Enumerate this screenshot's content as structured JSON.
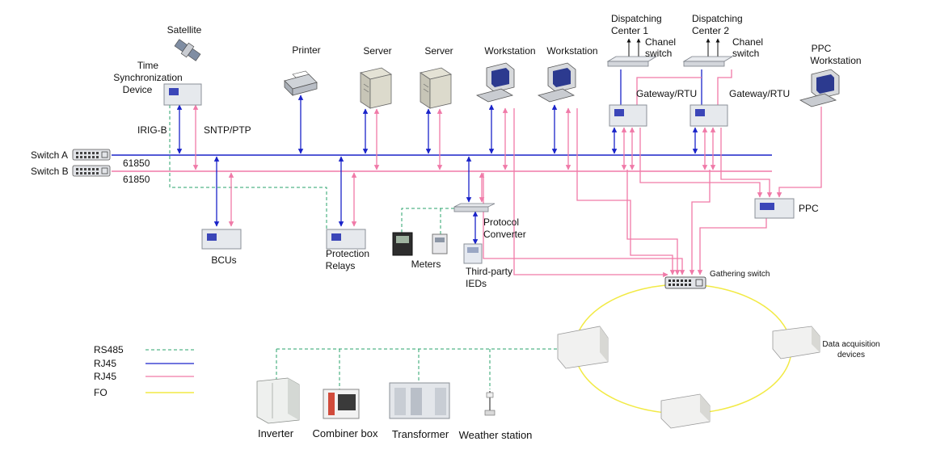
{
  "colors": {
    "rj45_a": "#1a23c9",
    "rj45_b": "#f07aa8",
    "rs485": "#2aa36b",
    "fo": "#f2ea45",
    "device": "#dfe3e8",
    "screen": "#3b46b8"
  },
  "labels": {
    "satellite": "Satellite",
    "time_sync": [
      "Time",
      "Synchronization",
      "Device"
    ],
    "printer": "Printer",
    "server1": "Server",
    "server2": "Server",
    "workstation1": "Workstation",
    "workstation2": "Workstation",
    "dispatch1": [
      "Dispatching",
      "Center 1"
    ],
    "dispatch2": [
      "Dispatching",
      "Center 2"
    ],
    "chanel1": [
      "Chanel",
      "switch"
    ],
    "chanel2": [
      "Chanel",
      "switch"
    ],
    "gateway1": "Gateway/RTU",
    "gateway2": "Gateway/RTU",
    "ppc_ws": [
      "PPC",
      "Workstation"
    ],
    "irig": "IRIG-B",
    "sntp": "SNTP/PTP",
    "switch_a": "Switch A",
    "switch_b": "Switch B",
    "net_a": "61850",
    "net_b": "61850",
    "ppc": "PPC",
    "bcus": "BCUs",
    "protection": [
      "Protection",
      "Relays"
    ],
    "meters": "Meters",
    "protocol": [
      "Protocol",
      "Converter"
    ],
    "third_party": [
      "Third-party",
      "IEDs"
    ],
    "gathering": "Gathering switch",
    "data_acq": [
      "Data acquisition",
      "devices"
    ],
    "inverter": "Inverter",
    "combiner": "Combiner box",
    "transformer": "Transformer",
    "weather": "Weather station"
  },
  "legend": [
    {
      "label": "RS485",
      "style": "dashed-green"
    },
    {
      "label": "RJ45",
      "style": "solid-blue"
    },
    {
      "label": "RJ45",
      "style": "solid-pink"
    },
    {
      "label": "FO",
      "style": "solid-yellow"
    }
  ]
}
